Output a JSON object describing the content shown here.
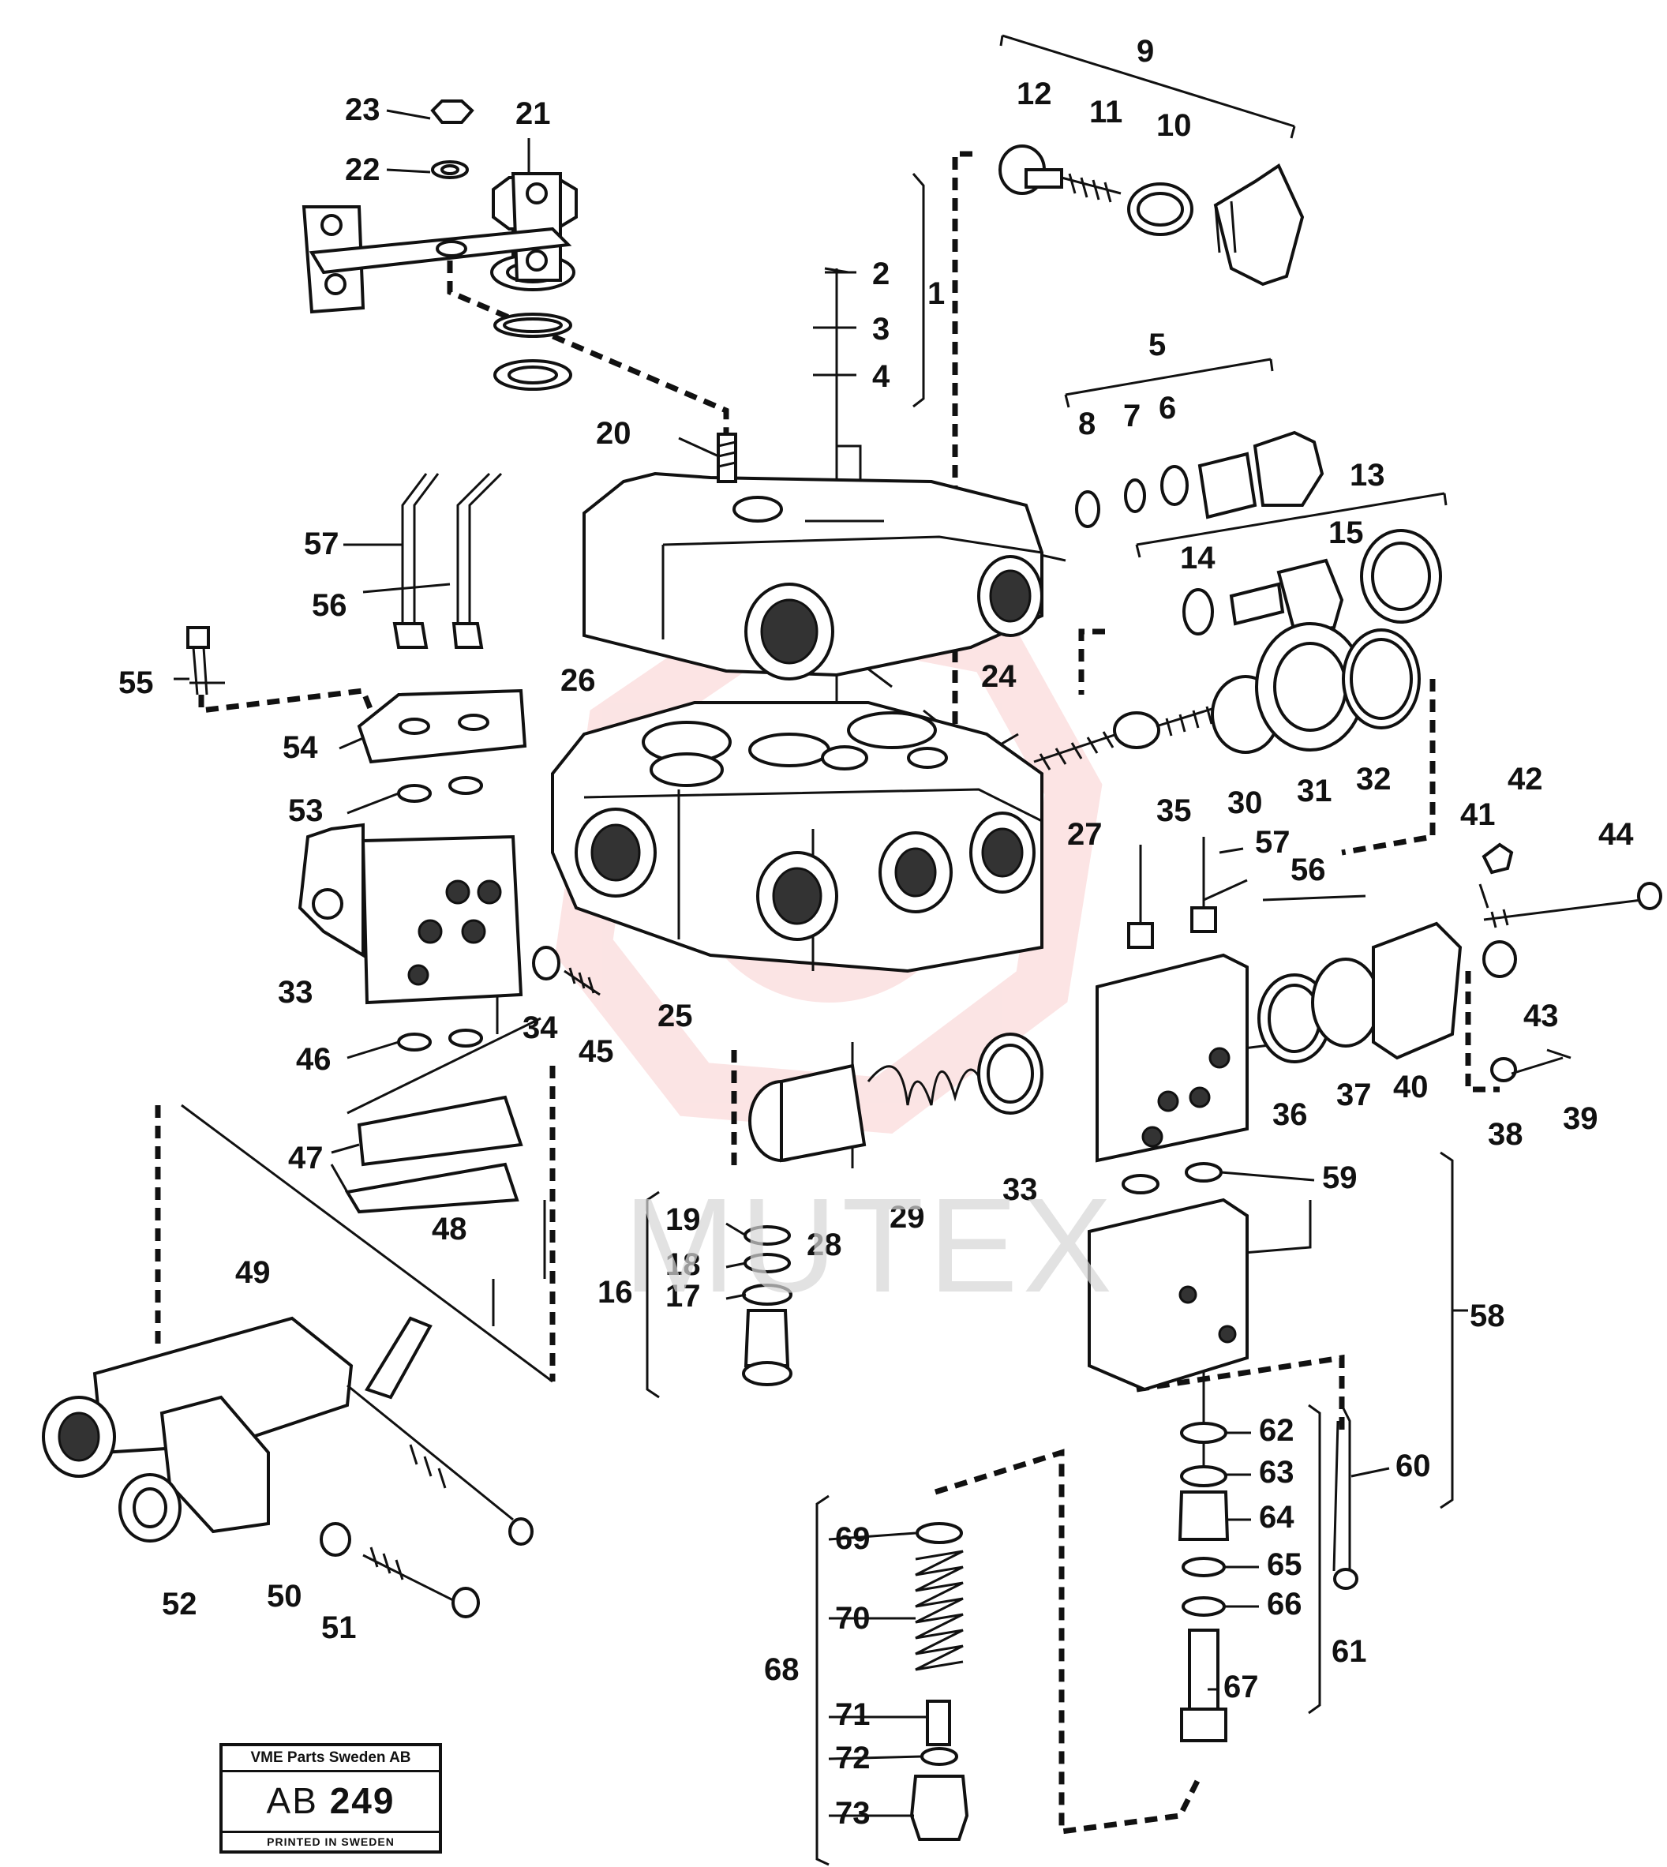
{
  "stamp": {
    "company": "VME Parts Sweden AB",
    "code_prefix": "AB",
    "code_number": "249",
    "printed": "PRINTED IN SWEDEN"
  },
  "watermark": {
    "text": "MUTEX",
    "color": "#f6b3b3"
  },
  "labels": {
    "n1": "1",
    "n2": "2",
    "n3": "3",
    "n4": "4",
    "n5": "5",
    "n6": "6",
    "n7": "7",
    "n8": "8",
    "n9": "9",
    "n10": "10",
    "n11": "11",
    "n12": "12",
    "n13": "13",
    "n14": "14",
    "n15": "15",
    "n16": "16",
    "n17": "17",
    "n18": "18",
    "n19": "19",
    "n20": "20",
    "n21": "21",
    "n22": "22",
    "n23": "23",
    "n24": "24",
    "n25": "25",
    "n26": "26",
    "n27": "27",
    "n28": "28",
    "n29": "29",
    "n30": "30",
    "n31": "31",
    "n32": "32",
    "n33a": "33",
    "n33b": "33",
    "n34": "34",
    "n35": "35",
    "n36": "36",
    "n37": "37",
    "n38": "38",
    "n39": "39",
    "n40": "40",
    "n41": "41",
    "n42": "42",
    "n43": "43",
    "n44": "44",
    "n45": "45",
    "n46": "46",
    "n47": "47",
    "n48": "48",
    "n49": "49",
    "n50": "50",
    "n51": "51",
    "n52": "52",
    "n53": "53",
    "n54": "54",
    "n55": "55",
    "n56a": "56",
    "n56b": "56",
    "n57a": "57",
    "n57b": "57",
    "n58": "58",
    "n59": "59",
    "n60": "60",
    "n61": "61",
    "n62": "62",
    "n63": "63",
    "n64": "64",
    "n65": "65",
    "n66": "66",
    "n67": "67",
    "n68": "68",
    "n69": "69",
    "n70": "70",
    "n71": "71",
    "n72": "72",
    "n73": "73"
  }
}
